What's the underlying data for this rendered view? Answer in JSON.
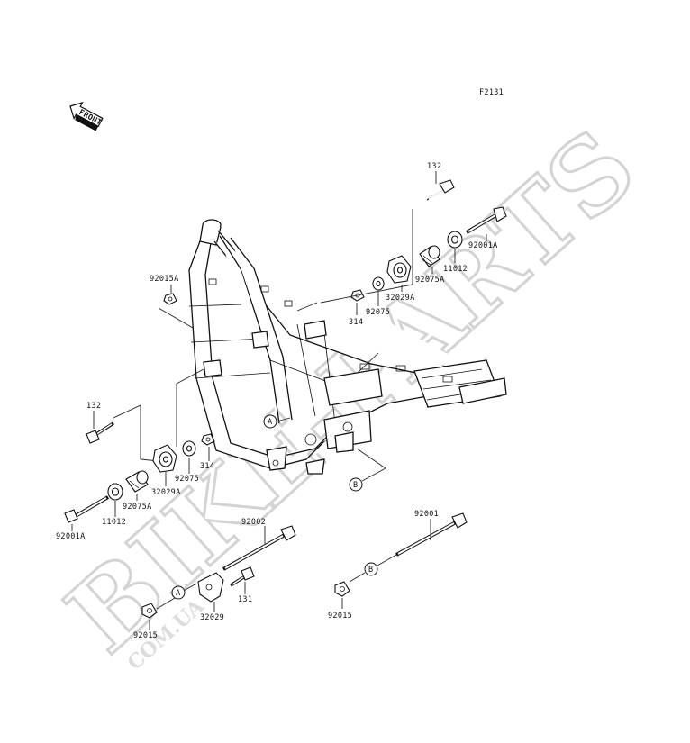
{
  "diagram": {
    "code": "F2131",
    "front_label": "FRONT",
    "watermark": {
      "text": "BIKE-PARTS",
      "sub": "COM.UA"
    },
    "colors": {
      "ink": "#111111",
      "watermark": "#d6d6d6",
      "background": "#ffffff"
    },
    "labels": [
      {
        "id": "p132-top",
        "text": "132"
      },
      {
        "id": "p92001a-top",
        "text": "92001A"
      },
      {
        "id": "p11012-top",
        "text": "11012"
      },
      {
        "id": "p92075a-top",
        "text": "92075A"
      },
      {
        "id": "p32029a-top",
        "text": "32029A"
      },
      {
        "id": "p92075-top",
        "text": "92075"
      },
      {
        "id": "p314-top",
        "text": "314"
      },
      {
        "id": "p92015a",
        "text": "92015A"
      },
      {
        "id": "p132-left",
        "text": "132"
      },
      {
        "id": "p92001a-left",
        "text": "92001A"
      },
      {
        "id": "p11012-left",
        "text": "11012"
      },
      {
        "id": "p92075a-left",
        "text": "92075A"
      },
      {
        "id": "p32029a-left",
        "text": "32029A"
      },
      {
        "id": "p92075-left",
        "text": "92075"
      },
      {
        "id": "p314-left",
        "text": "314"
      },
      {
        "id": "p92002",
        "text": "92002"
      },
      {
        "id": "p131",
        "text": "131"
      },
      {
        "id": "p32029",
        "text": "32029"
      },
      {
        "id": "p92015-left",
        "text": "92015"
      },
      {
        "id": "p92001",
        "text": "92001"
      },
      {
        "id": "p92015-right",
        "text": "92015"
      }
    ],
    "callouts": {
      "a": "A",
      "b": "B"
    }
  }
}
